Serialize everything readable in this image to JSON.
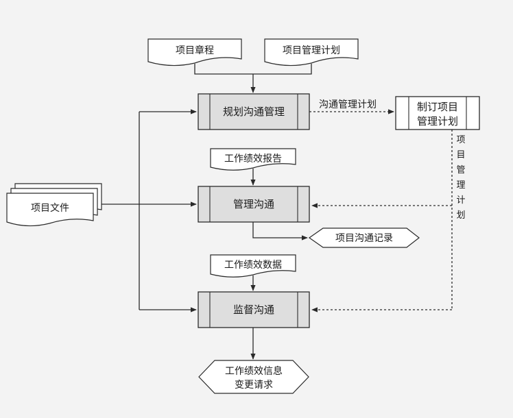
{
  "inputs": {
    "charter": "项目章程",
    "pm_plan": "项目管理计划",
    "project_docs": "项目文件",
    "work_perf_reports": "工作绩效报告",
    "work_perf_data": "工作绩效数据"
  },
  "processes": {
    "plan": "规划沟通管理",
    "manage": "管理沟通",
    "monitor": "监督沟通",
    "develop_line1": "制订项目",
    "develop_line2": "管理计划"
  },
  "outputs": {
    "comm_plan_label": "沟通管理计划",
    "vertical_label": [
      "项",
      "目",
      "管",
      "理",
      "计",
      "划"
    ],
    "comm_records": "项目沟通记录",
    "final_line1": "工作绩效信息",
    "final_line2": "变更请求"
  },
  "colors": {
    "process_fill": "#dedede",
    "doc_fill": "#ffffff",
    "line": "#2a2a2a"
  }
}
